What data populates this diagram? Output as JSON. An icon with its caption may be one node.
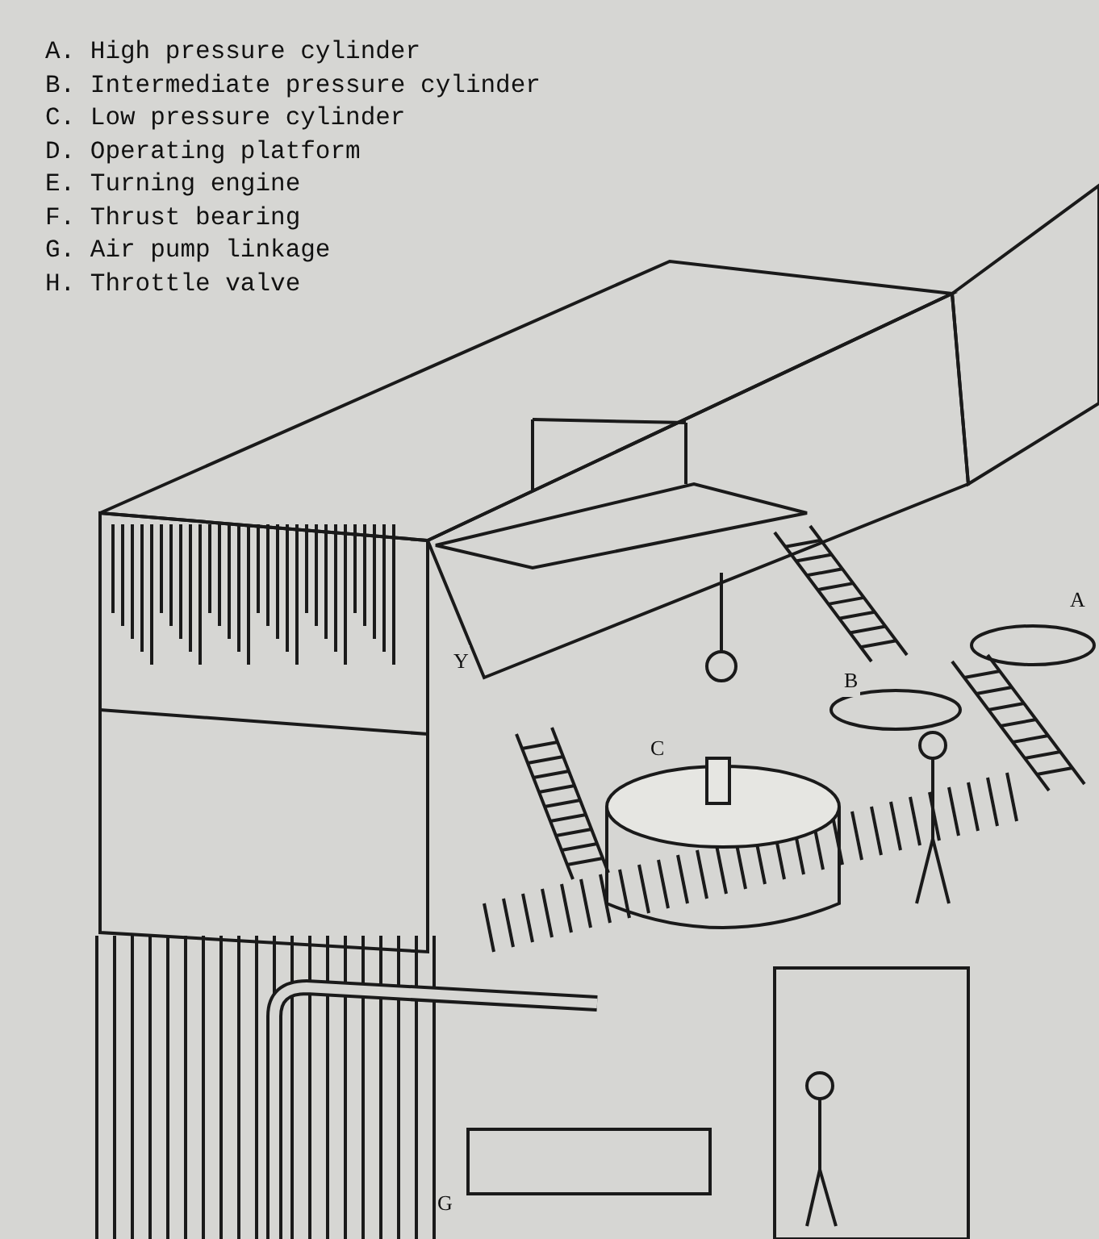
{
  "diagram": {
    "labels": [
      "A. High pressure cylinder",
      "B. Intermediate pressure cylinder",
      "C. Low pressure cylinder",
      "D. Operating platform",
      "E. Turning engine",
      "F. Thrust bearing",
      "G. Air pump linkage",
      "H. Throttle valve",
      "A",
      "Y",
      "B",
      "C",
      "G"
    ]
  }
}
